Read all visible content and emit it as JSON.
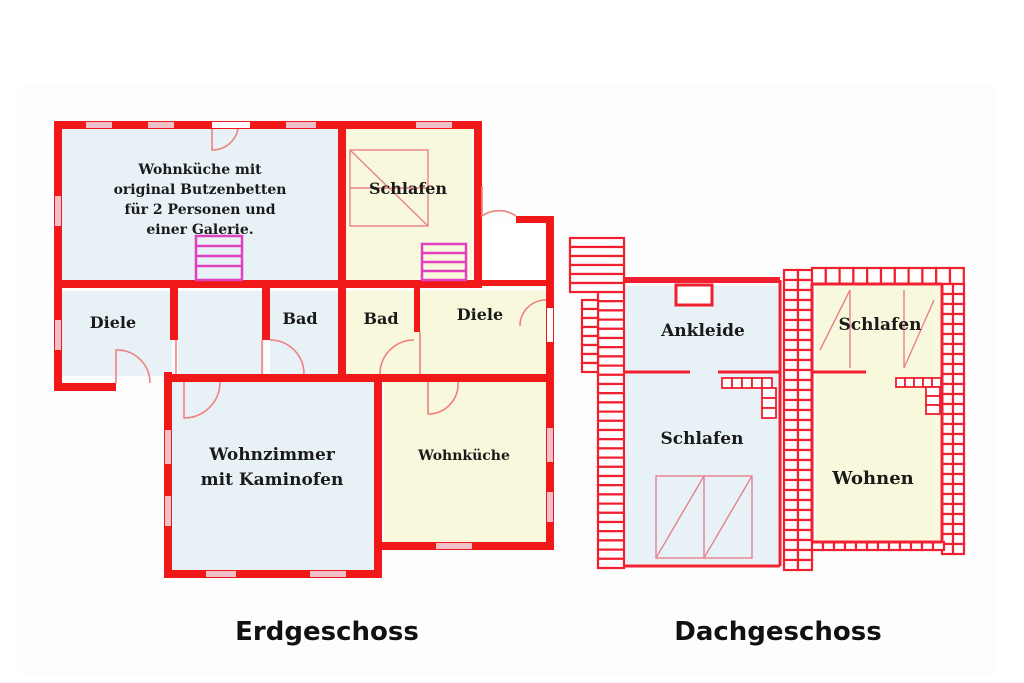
{
  "colors": {
    "wall": "#f01818",
    "attic_wall": "#f02030",
    "stair": "#e040c0",
    "room_blue": "#e8f2f6",
    "room_yellow": "#f8f8dc",
    "window": "#f0c0c8",
    "door": "#f08080",
    "background": "#ffffff",
    "panel": "#fcfdfc"
  },
  "ground_floor": {
    "caption": "Erdgeschoss",
    "rooms": {
      "wohnkueche_gallery": {
        "line1": "Wohnküche mit",
        "line2": "original Butzenbetten",
        "line3": "für 2 Personen und",
        "line4": "einer Galerie."
      },
      "schlafen": "Schlafen",
      "diele_left": "Diele",
      "bad_left": "Bad",
      "bad_right": "Bad",
      "diele_right": "Diele",
      "wohnzimmer": {
        "line1": "Wohnzimmer",
        "line2": "mit Kaminofen"
      },
      "wohnkueche": "Wohnküche"
    }
  },
  "attic_floor": {
    "caption": "Dachgeschoss",
    "rooms": {
      "ankleide": "Ankleide",
      "schlafen_left": "Schlafen",
      "schlafen_right": "Schlafen",
      "wohnen": "Wohnen"
    }
  }
}
